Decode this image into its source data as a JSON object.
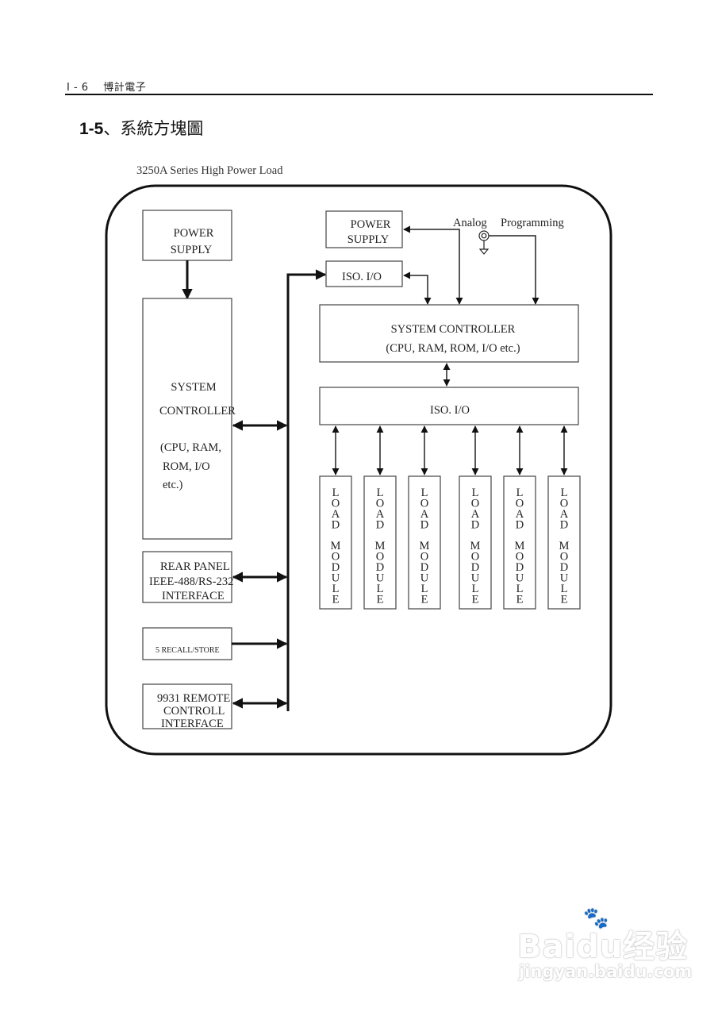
{
  "header": {
    "page_number": "I - 6",
    "company": "博計電子"
  },
  "section_title": {
    "number": "1-5",
    "text": "、系統方塊圖"
  },
  "diagram": {
    "caption": "3250A Series High Power Load",
    "left": {
      "power_supply": [
        "POWER",
        "SUPPLY"
      ],
      "system_controller": [
        "SYSTEM",
        "CONTROLLER",
        "(CPU, RAM,",
        "ROM, I/O",
        "etc.)"
      ],
      "rear_panel": [
        "REAR PANEL",
        "IEEE-488/RS-232",
        "INTERFACE"
      ],
      "recall_store": "5 RECALL/STORE",
      "remote_interface": [
        "9931 REMOTE",
        "CONTROLL",
        "INTERFACE"
      ]
    },
    "right": {
      "power_supply": [
        "POWER",
        "SUPPLY"
      ],
      "iso_io_top": "ISO. I/O",
      "analog_label": "Analog",
      "programming_label": "Programming",
      "system_controller": [
        "SYSTEM CONTROLLER",
        "(CPU, RAM, ROM, I/O etc.)"
      ],
      "iso_io_bus": "ISO. I/O",
      "load_module_top": "LOAD",
      "load_module_bottom": "MODULE",
      "load_module_count": 6
    }
  },
  "watermark": {
    "brand": "Baidu经验",
    "url": "jingyan.baidu.com"
  }
}
